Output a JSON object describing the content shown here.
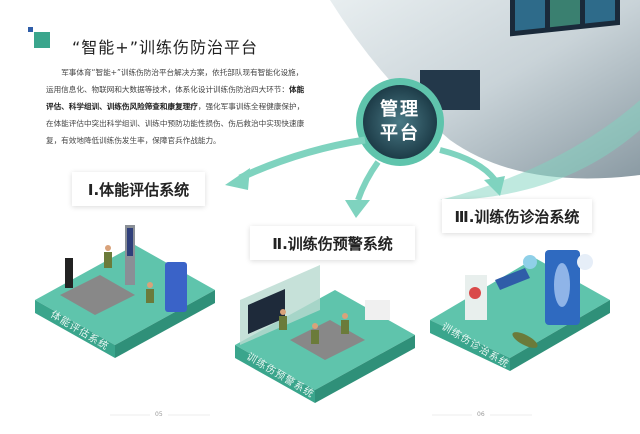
{
  "header": {
    "title": "“智能+”训练伤防治平台"
  },
  "intro": {
    "p1": "军事体育“智能+”训练伤防治平台解决方案，依托部队现有智能化设施，运用信息化、物联网和大数据等技术，体系化设计训练伤防治四大环节：",
    "bold": "体能评估、科学组训、训练伤风险筛查和康复理疗",
    "p2": "，强化军事训练全程健康保护，在体能评估中突出科学组训、训练中预防功能性损伤、伤后救治中实现快速康复，有效地降低训练伤发生率，保障官兵作战能力。"
  },
  "hub": {
    "line1": "管理",
    "line2": "平台"
  },
  "systems": [
    {
      "title": "Ⅰ.体能评估系统",
      "platform_label": "体能评估系统"
    },
    {
      "title": "Ⅱ.训练伤预警系统",
      "platform_label": "训练伤预警系统"
    },
    {
      "title": "Ⅲ.训练伤诊治系统",
      "platform_label": "训练伤诊治系统"
    }
  ],
  "pages": {
    "left": "05",
    "right": "06"
  },
  "colors": {
    "teal": "#5fc4ac",
    "teal_dark": "#3aa58c",
    "accent_blue": "#2f5da8"
  }
}
